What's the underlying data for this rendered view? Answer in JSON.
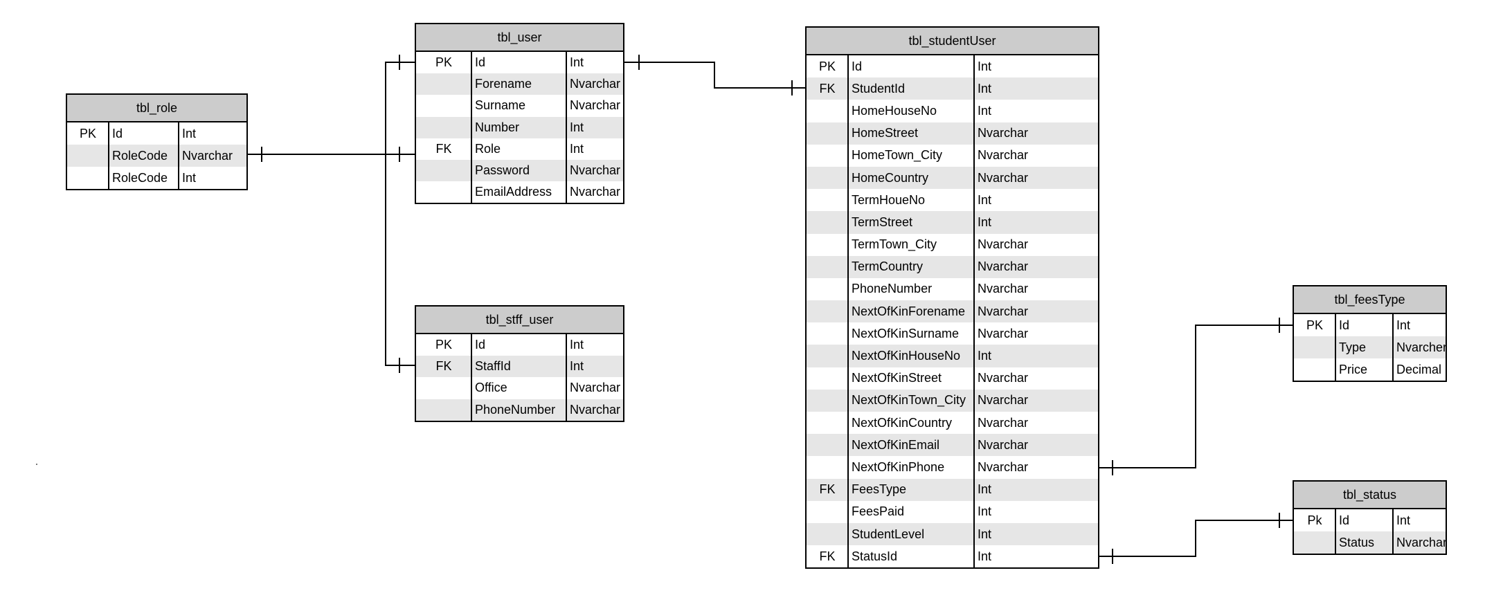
{
  "tables": [
    {
      "id": "role",
      "title": "tbl_role",
      "rows": [
        {
          "key": "PK",
          "name": "Id",
          "type": "Int"
        },
        {
          "key": "",
          "name": "RoleCode",
          "type": "Nvarchar"
        },
        {
          "key": "",
          "name": "RoleCode",
          "type": "Int"
        }
      ]
    },
    {
      "id": "user",
      "title": "tbl_user",
      "rows": [
        {
          "key": "PK",
          "name": "Id",
          "type": "Int"
        },
        {
          "key": "",
          "name": "Forename",
          "type": "Nvarchar"
        },
        {
          "key": "",
          "name": "Surname",
          "type": "Nvarchar"
        },
        {
          "key": "",
          "name": "Number",
          "type": "Int"
        },
        {
          "key": "FK",
          "name": "Role",
          "type": "Int"
        },
        {
          "key": "",
          "name": "Password",
          "type": "Nvarchar"
        },
        {
          "key": "",
          "name": "EmailAddress",
          "type": "Nvarchar"
        }
      ]
    },
    {
      "id": "stff_user",
      "title": "tbl_stff_user",
      "rows": [
        {
          "key": "PK",
          "name": "Id",
          "type": "Int"
        },
        {
          "key": "FK",
          "name": "StaffId",
          "type": "Int"
        },
        {
          "key": "",
          "name": "Office",
          "type": "Nvarchar"
        },
        {
          "key": "",
          "name": "PhoneNumber",
          "type": "Nvarchar"
        }
      ]
    },
    {
      "id": "studentUser",
      "title": "tbl_studentUser",
      "rows": [
        {
          "key": "PK",
          "name": "Id",
          "type": "Int"
        },
        {
          "key": "FK",
          "name": "StudentId",
          "type": "Int"
        },
        {
          "key": "",
          "name": "HomeHouseNo",
          "type": "Int"
        },
        {
          "key": "",
          "name": "HomeStreet",
          "type": "Nvarchar"
        },
        {
          "key": "",
          "name": "HomeTown_City",
          "type": "Nvarchar"
        },
        {
          "key": "",
          "name": "HomeCountry",
          "type": "Nvarchar"
        },
        {
          "key": "",
          "name": "TermHoueNo",
          "type": "Int"
        },
        {
          "key": "",
          "name": "TermStreet",
          "type": "Int"
        },
        {
          "key": "",
          "name": "TermTown_City",
          "type": "Nvarchar"
        },
        {
          "key": "",
          "name": "TermCountry",
          "type": "Nvarchar"
        },
        {
          "key": "",
          "name": "PhoneNumber",
          "type": "Nvarchar"
        },
        {
          "key": "",
          "name": "NextOfKinForename",
          "type": "Nvarchar"
        },
        {
          "key": "",
          "name": "NextOfKinSurname",
          "type": "Nvarchar"
        },
        {
          "key": "",
          "name": "NextOfKinHouseNo",
          "type": "Int"
        },
        {
          "key": "",
          "name": "NextOfKinStreet",
          "type": "Nvarchar"
        },
        {
          "key": "",
          "name": "NextOfKinTown_City",
          "type": "Nvarchar"
        },
        {
          "key": "",
          "name": "NextOfKinCountry",
          "type": "Nvarchar"
        },
        {
          "key": "",
          "name": "NextOfKinEmail",
          "type": "Nvarchar"
        },
        {
          "key": "",
          "name": "NextOfKinPhone",
          "type": "Nvarchar"
        },
        {
          "key": "FK",
          "name": "FeesType",
          "type": "Int"
        },
        {
          "key": "",
          "name": "FeesPaid",
          "type": "Int"
        },
        {
          "key": "",
          "name": "StudentLevel",
          "type": "Int"
        },
        {
          "key": "FK",
          "name": "StatusId",
          "type": "Int"
        }
      ]
    },
    {
      "id": "feesType",
      "title": "tbl_feesType",
      "rows": [
        {
          "key": "PK",
          "name": "Id",
          "type": "Int"
        },
        {
          "key": "",
          "name": "Type",
          "type": "Nvarcher"
        },
        {
          "key": "",
          "name": "Price",
          "type": "Decimal"
        }
      ]
    },
    {
      "id": "status",
      "title": "tbl_status",
      "rows": [
        {
          "key": "Pk",
          "name": "Id",
          "type": "Int"
        },
        {
          "key": "",
          "name": "Status",
          "type": "Nvarchar"
        }
      ]
    }
  ],
  "relationships": [
    {
      "from": "tbl_role",
      "to": "tbl_user",
      "cardinality": "one-to-one"
    },
    {
      "from": "tbl_role",
      "to": "tbl_stff_user",
      "cardinality": "one-to-one"
    },
    {
      "from": "tbl_user",
      "to": "tbl_studentUser",
      "cardinality": "one-to-one"
    },
    {
      "from": "tbl_studentUser",
      "to": "tbl_feesType",
      "cardinality": "one-to-one"
    },
    {
      "from": "tbl_studentUser",
      "to": "tbl_status",
      "cardinality": "one-to-one"
    }
  ],
  "colors": {
    "header_fill": "#cccccc",
    "shaded_row": "#e6e6e6",
    "line": "#000000"
  }
}
